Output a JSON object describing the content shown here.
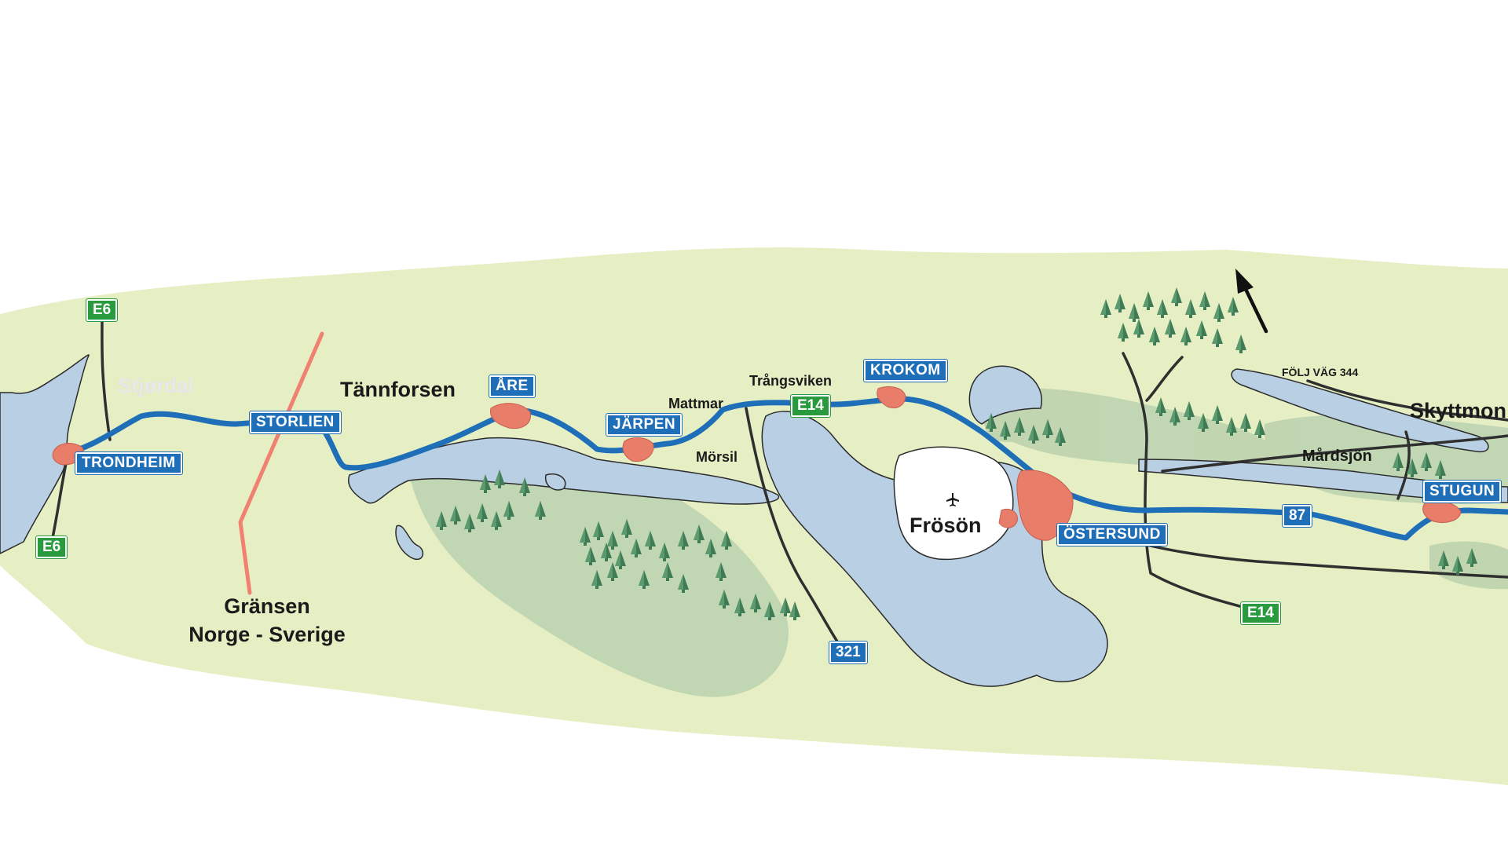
{
  "places": {
    "stjordal": "Stjørdal",
    "tannforsen": "Tännforsen",
    "mattmar": "Mattmar",
    "trangsviken": "Trångsviken",
    "morsil": "Mörsil",
    "froson": "Frösön",
    "mardsjon": "Mårdsjön",
    "skyttmon": "Skyttmon",
    "border_line1": "Gränsen",
    "border_line2": "Norge - Sverige",
    "follow_note": "FÖLJ VÄG 344"
  },
  "city_signs": {
    "trondheim": "TRONDHEIM",
    "storlien": "STORLIEN",
    "are": "ÅRE",
    "jarpen": "JÄRPEN",
    "krokom": "KROKOM",
    "ostersund": "ÖSTERSUND",
    "stugun": "STUGUN"
  },
  "road_signs": {
    "e6_north": "E6",
    "e6_south": "E6",
    "e14_main": "E14",
    "e14_south": "E14",
    "r321": "321",
    "r87": "87"
  },
  "colors": {
    "land": "#e6efc4",
    "forest": "#bdd3b0",
    "water": "#b9cfe3",
    "route": "#1f6fb8",
    "road": "#3a3a3a",
    "town": "#e87d6a",
    "border": "#f08070",
    "sign_blue": "#1f6fb8",
    "sign_green": "#2a9a3f"
  },
  "icons": {
    "north_arrow": "north-arrow-icon",
    "airport": "airplane-icon",
    "tree": "tree-icon"
  }
}
